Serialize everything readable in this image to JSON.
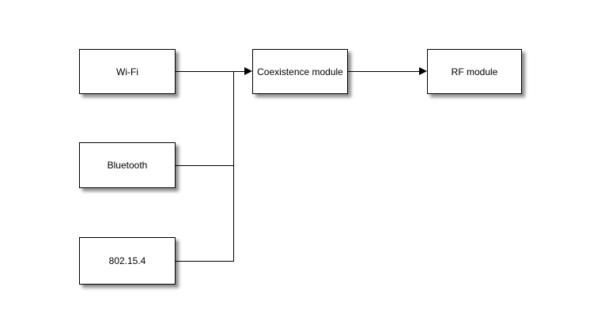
{
  "diagram": {
    "background_color": "#ffffff",
    "node_fill_color": "#ffffff",
    "node_border_color": "#000000",
    "line_color": "#000000",
    "nodes": [
      {
        "id": "wifi",
        "label": "Wi-Fi"
      },
      {
        "id": "bluetooth",
        "label": "Bluetooth"
      },
      {
        "id": "zigbee",
        "label": "802.15.4"
      },
      {
        "id": "coexistence",
        "label": "Coexistence module"
      },
      {
        "id": "rf",
        "label": "RF module"
      }
    ],
    "connections": [
      {
        "from": "Wi-Fi",
        "to": "Coexistence module",
        "arrow": true
      },
      {
        "from": "Bluetooth",
        "to": "Coexistence module",
        "arrow": true
      },
      {
        "from": "802.15.4",
        "to": "Coexistence module",
        "arrow": true
      },
      {
        "from": "Coexistence module",
        "to": "RF module",
        "arrow": true
      }
    ]
  }
}
